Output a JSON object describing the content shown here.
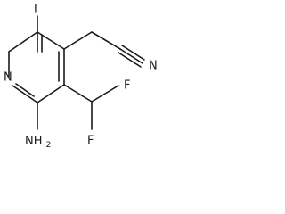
{
  "molecule": {
    "atoms": {
      "iodine": "I",
      "ring_nitrogen": "N",
      "nitrile_nitrogen": "N",
      "fluorine_top": "F",
      "fluorine_bottom": "F",
      "amino_group": {
        "main": "NH",
        "subscript": "2"
      }
    }
  }
}
